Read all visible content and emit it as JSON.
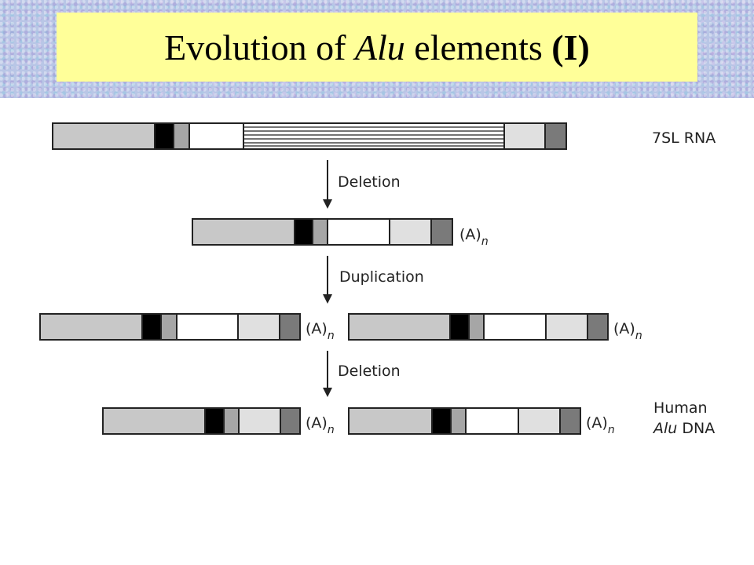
{
  "title": {
    "part1": "Evolution of ",
    "italic": "Alu",
    "part2": " elements ",
    "bold": "(I)"
  },
  "labels": {
    "rna": "7SL RNA",
    "step1": "Deletion",
    "step2": "Duplication",
    "step3": "Deletion",
    "human_line1": "Human",
    "human_alu": "Alu",
    "human_dna": " DNA",
    "polyA": "(A)",
    "polyA_sub": "n"
  },
  "colors": {
    "light_gray": "#c8c8c8",
    "black_block": "#000000",
    "mid_gray": "#a6a6a6",
    "white": "#ffffff",
    "pale_gray": "#e0e0e0",
    "dark_gray": "#7a7a7a",
    "title_bg": "#ffff99"
  }
}
